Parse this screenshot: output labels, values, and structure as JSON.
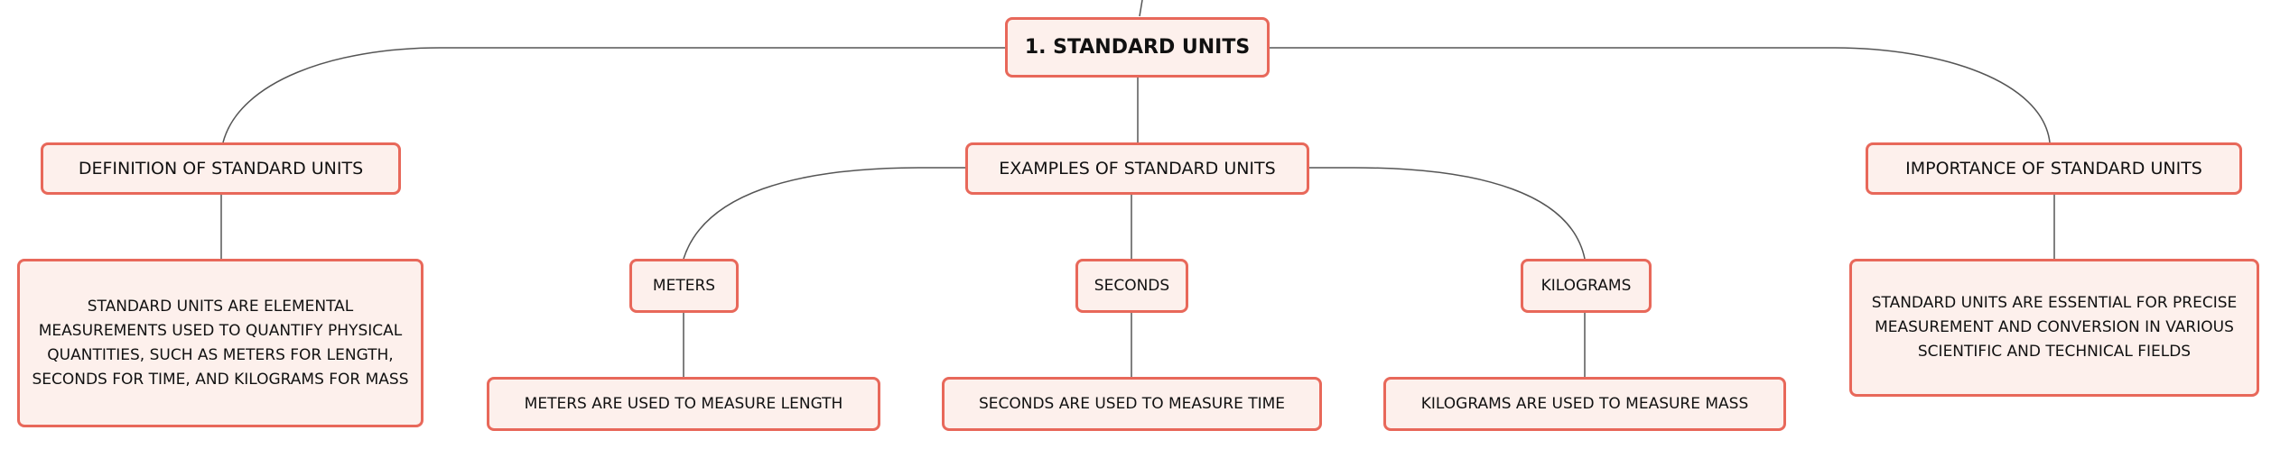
{
  "diagram": {
    "root": {
      "label": "1. STANDARD UNITS"
    },
    "branches": [
      {
        "label": "DEFINITION OF STANDARD UNITS",
        "detail": "STANDARD UNITS ARE ELEMENTAL MEASUREMENTS USED TO QUANTIFY PHYSICAL QUANTITIES, SUCH AS METERS FOR LENGTH, SECONDS FOR TIME, AND KILOGRAMS FOR MASS"
      },
      {
        "label": "EXAMPLES OF STANDARD UNITS",
        "examples": [
          {
            "label": "METERS",
            "detail": "METERS ARE USED TO MEASURE LENGTH"
          },
          {
            "label": "SECONDS",
            "detail": "SECONDS ARE USED TO MEASURE TIME"
          },
          {
            "label": "KILOGRAMS",
            "detail": "KILOGRAMS ARE USED TO MEASURE MASS"
          }
        ]
      },
      {
        "label": "IMPORTANCE OF STANDARD UNITS",
        "detail": "STANDARD UNITS ARE ESSENTIAL FOR PRECISE MEASUREMENT AND CONVERSION IN VARIOUS SCIENTIFIC AND TECHNICAL FIELDS"
      }
    ]
  },
  "colors": {
    "node_border": "#e8685a",
    "node_fill": "#fdf0ec",
    "connector": "#555555",
    "text": "#111111"
  }
}
